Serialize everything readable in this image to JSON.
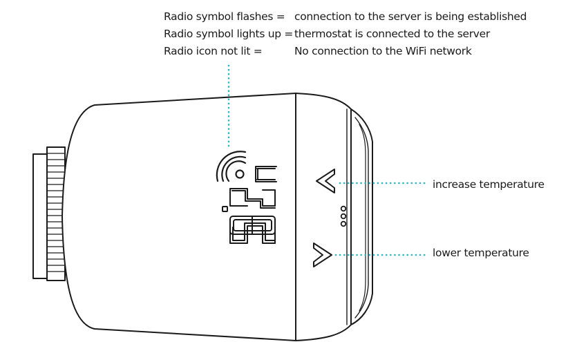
{
  "legend": [
    {
      "term": "Radio symbol flashes =",
      "description": "connection to the server is being established"
    },
    {
      "term": "Radio symbol lights up =",
      "description": "thermostat is connected to the server"
    },
    {
      "term": "Radio icon not lit =",
      "description": "No connection to the WiFi network"
    }
  ],
  "callouts": {
    "increase": "increase temperature",
    "lower": "lower temperature"
  },
  "display": {
    "reading": "20.5",
    "unit": "C"
  },
  "colors": {
    "leader": "#2bb5c1",
    "outline": "#1a1a1a",
    "background": "#ffffff"
  },
  "icons": [
    "radio-icon",
    "up-arrow-icon",
    "down-arrow-icon",
    "menu-dots-icon"
  ]
}
